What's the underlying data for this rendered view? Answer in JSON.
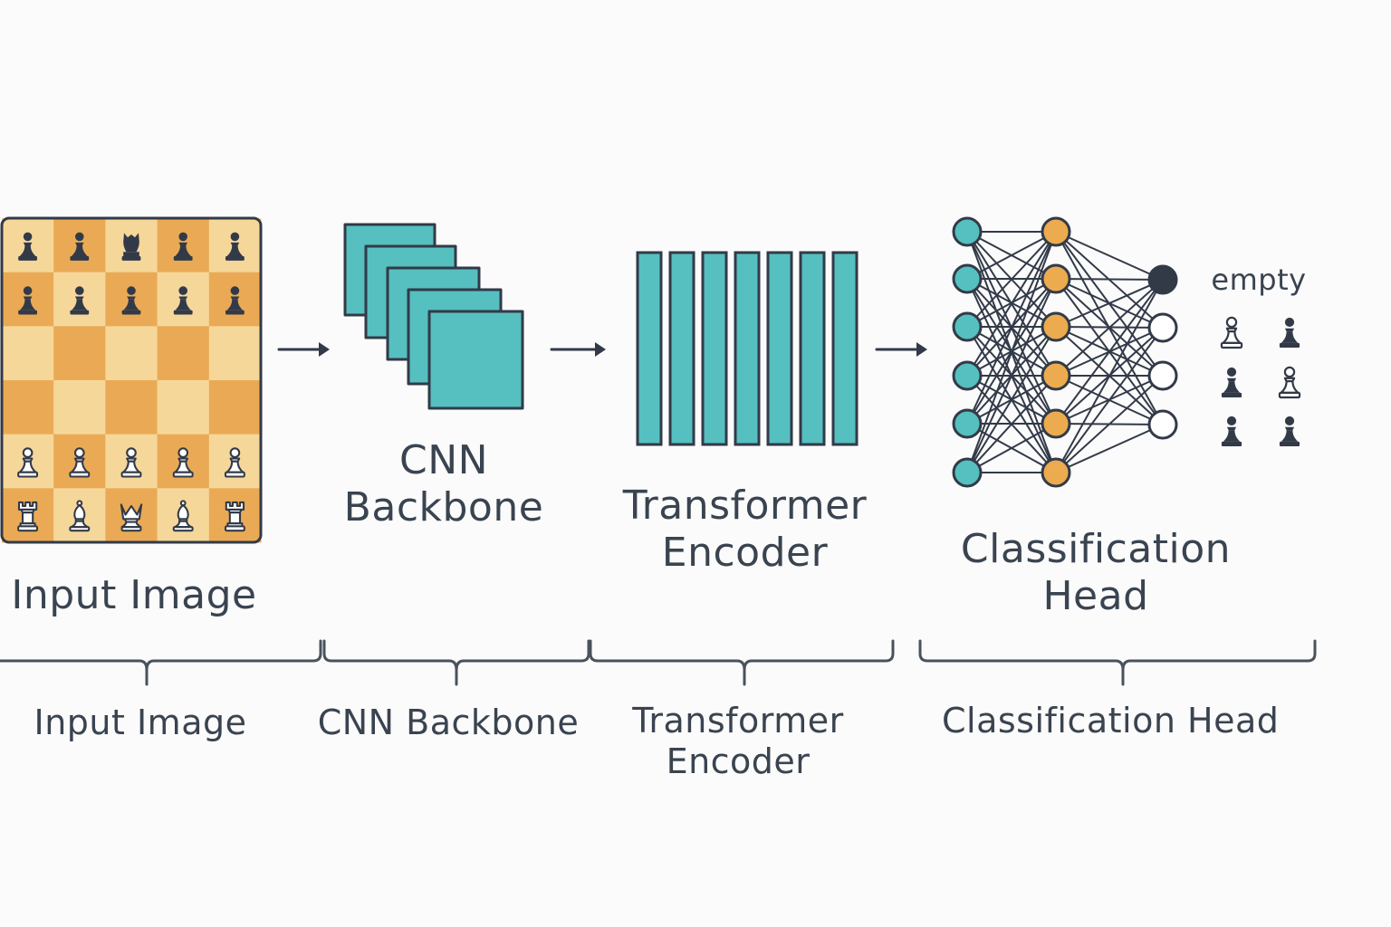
{
  "colors": {
    "background": "#fbfbfb",
    "board_light": "#f6d79a",
    "board_dark": "#eaaa55",
    "teal": "#56bfbf",
    "orange": "#ecab4f",
    "dark": "#323a48",
    "text": "#3a4450"
  },
  "board": {
    "rows": [
      [
        "black-pawn-icon",
        "black-pawn-icon",
        "black-rook-icon",
        "black-pawn-icon",
        "black-pawn-icon"
      ],
      [
        "black-pawn-icon",
        "black-pawn-icon",
        "black-pawn-icon",
        "black-pawn-icon",
        "black-pawn-icon"
      ],
      [
        "",
        "",
        "",
        "",
        ""
      ],
      [
        "",
        "",
        "",
        "",
        ""
      ],
      [
        "white-pawn-icon",
        "white-pawn-icon",
        "white-pawn-icon",
        "white-pawn-icon",
        "white-pawn-icon"
      ],
      [
        "white-rook-icon",
        "white-bishop-icon",
        "white-queen-icon",
        "white-bishop-icon",
        "white-rook-icon"
      ]
    ]
  },
  "labels": {
    "input_image": "Input Image",
    "cnn_line1": "CNN",
    "cnn_line2": "Backbone",
    "transformer_line1": "Transformer",
    "transformer_line2": "Encoder",
    "classification_line1": "Classification",
    "classification_line2": "Head",
    "empty": "empty"
  },
  "brackets": {
    "input_image": "Input Image",
    "cnn_backbone": "CNN Backbone",
    "transformer_line1": "Transformer",
    "transformer_line2": "Encoder",
    "classification_head": "Classification Head"
  },
  "classes": [
    "white-pawn-icon",
    "black-pawn-icon",
    "black-pawn-icon",
    "white-pawn-icon",
    "black-pawn-icon",
    "black-pawn-icon"
  ]
}
